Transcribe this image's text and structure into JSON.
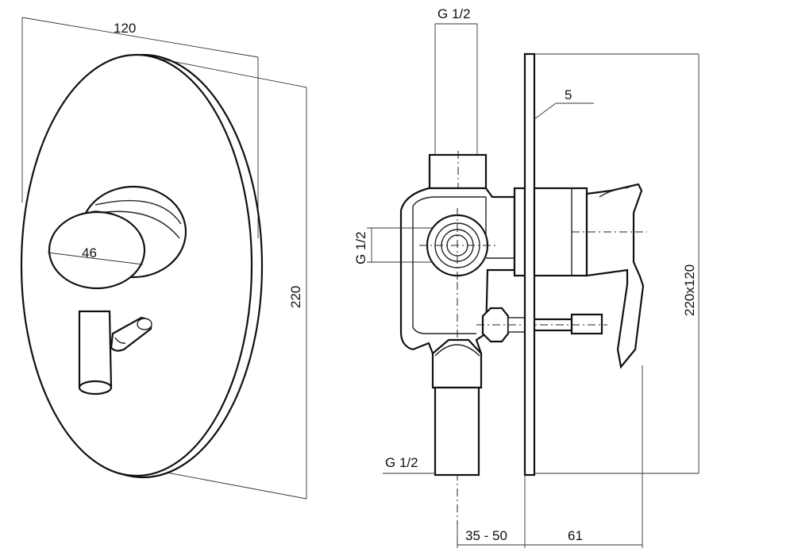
{
  "front_view": {
    "width_dim": "120",
    "height_dim": "220",
    "handle_dim": "46"
  },
  "side_view": {
    "top_inlet": "G 1/2",
    "side_inlet": "G 1/2",
    "bottom_outlet": "G 1/2",
    "plate_thickness": "5",
    "plate_size": "220x120",
    "depth_range": "35 - 50",
    "projection": "61"
  }
}
